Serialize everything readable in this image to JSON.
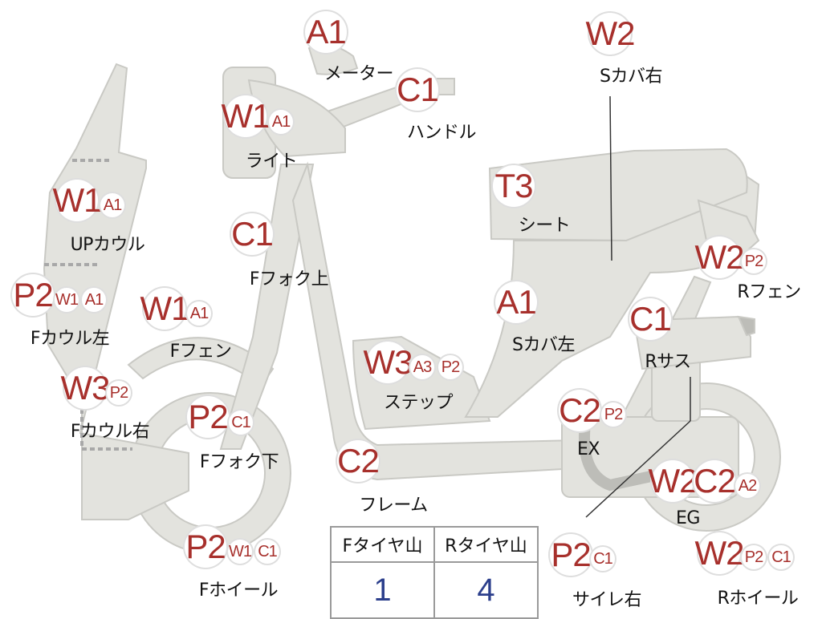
{
  "parts": [
    {
      "id": "meter",
      "label": "メーター",
      "badges": [
        "A1"
      ]
    },
    {
      "id": "handle",
      "label": "ハンドル",
      "badges": [
        "C1"
      ]
    },
    {
      "id": "light",
      "label": "ライト",
      "badges": [
        "W1",
        "A1"
      ]
    },
    {
      "id": "up-cowl",
      "label": "UPカウル",
      "badges": [
        "W1",
        "A1"
      ]
    },
    {
      "id": "f-cowl-left",
      "label": "Fカウル左",
      "badges": [
        "P2",
        "W1",
        "A1"
      ]
    },
    {
      "id": "f-fender",
      "label": "Fフェン",
      "badges": [
        "W1",
        "A1"
      ]
    },
    {
      "id": "f-cowl-right",
      "label": "Fカウル右",
      "badges": [
        "W3",
        "P2"
      ]
    },
    {
      "id": "f-fork-upper",
      "label": "Fフォク上",
      "badges": [
        "C1"
      ]
    },
    {
      "id": "f-fork-lower",
      "label": "Fフォク下",
      "badges": [
        "P2",
        "C1"
      ]
    },
    {
      "id": "f-wheel",
      "label": "Fホイール",
      "badges": [
        "P2",
        "W1",
        "C1"
      ]
    },
    {
      "id": "step",
      "label": "ステップ",
      "badges": [
        "W3",
        "A3",
        "P2"
      ]
    },
    {
      "id": "frame",
      "label": "フレーム",
      "badges": [
        "C2"
      ]
    },
    {
      "id": "seat",
      "label": "シート",
      "badges": [
        "T3"
      ]
    },
    {
      "id": "s-cover-right",
      "label": "Sカバ右",
      "badges": [
        "W2"
      ]
    },
    {
      "id": "s-cover-left",
      "label": "Sカバ左",
      "badges": [
        "A1"
      ]
    },
    {
      "id": "r-fender",
      "label": "Rフェン",
      "badges": [
        "W2",
        "P2"
      ]
    },
    {
      "id": "r-sus",
      "label": "Rサス",
      "badges": [
        "C1"
      ]
    },
    {
      "id": "ex",
      "label": "EX",
      "badges": [
        "C2",
        "P2"
      ]
    },
    {
      "id": "eg",
      "label": "EG",
      "badges": [
        "W2",
        "C2",
        "A2"
      ]
    },
    {
      "id": "muffler-right",
      "label": "サイレ右",
      "badges": [
        "P2",
        "C1"
      ]
    },
    {
      "id": "r-wheel",
      "label": "Rホイール",
      "badges": [
        "W2",
        "P2",
        "C1"
      ]
    }
  ],
  "tire_table": {
    "headers": [
      "Fタイヤ山",
      "Rタイヤ山"
    ],
    "values": [
      "1",
      "4"
    ]
  },
  "colors": {
    "badge_text": "#a7302c",
    "part_fill": "#e3e3de",
    "part_stroke": "#c9c9c4",
    "table_value": "#2c3f8c"
  }
}
